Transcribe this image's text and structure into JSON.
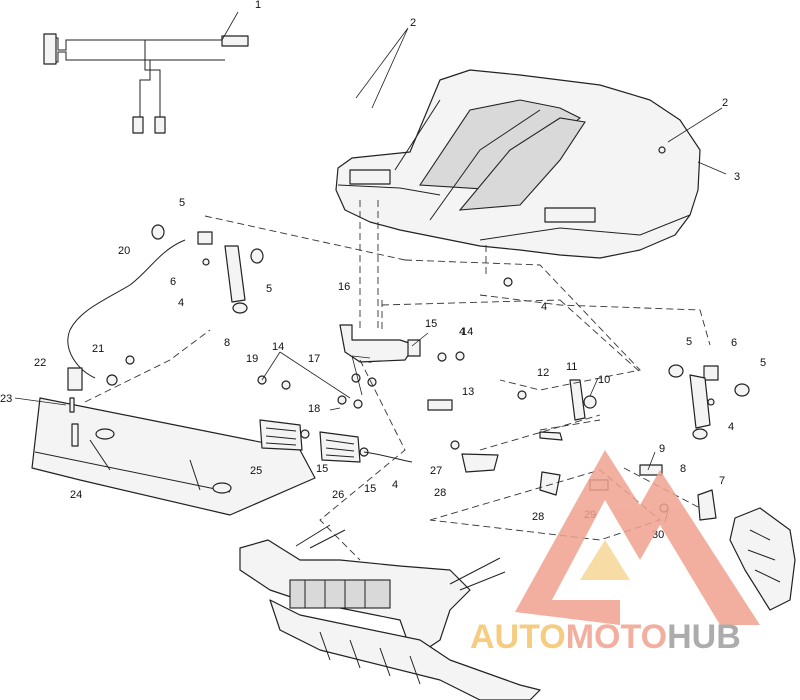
{
  "diagram": {
    "callouts": [
      "1",
      "2",
      "2",
      "3",
      "4",
      "4",
      "4",
      "4",
      "4",
      "5",
      "5",
      "5",
      "5",
      "6",
      "6",
      "7",
      "8",
      "8",
      "9",
      "10",
      "11",
      "12",
      "13",
      "14",
      "14",
      "15",
      "15",
      "15",
      "16",
      "17",
      "18",
      "19",
      "20",
      "21",
      "22",
      "23",
      "24",
      "25",
      "26",
      "27",
      "28",
      "28",
      "29",
      "30"
    ]
  },
  "watermark": {
    "part1": "AUTO",
    "part2": "MOTO",
    "part3": "HUB",
    "color_primary": "#f0a28f",
    "color_accent": "#f4c46a",
    "color_dark": "#9e9e9e"
  }
}
